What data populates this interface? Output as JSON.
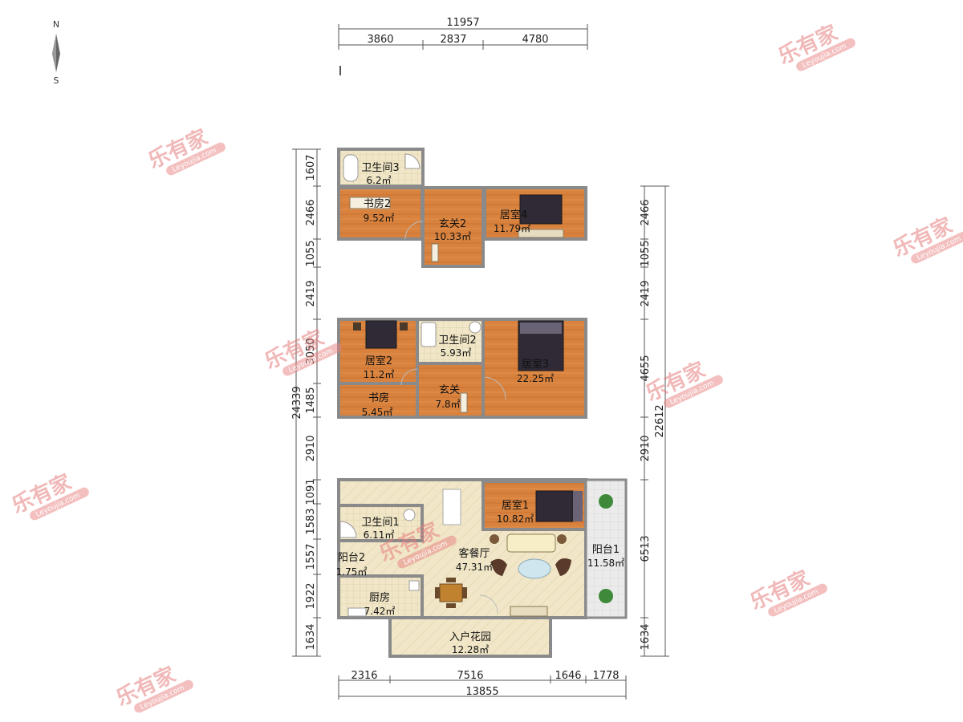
{
  "compass": {
    "north": "N",
    "south": "S"
  },
  "watermark": {
    "text": "乐有家",
    "sub": "Leyoujia.com"
  },
  "top_dims": {
    "total": "11957",
    "seg1": "3860",
    "seg2": "2837",
    "seg3": "4780"
  },
  "bottom_dims": {
    "seg1": "2316",
    "seg2": "7516",
    "seg3": "1646",
    "seg4": "1778",
    "total": "13855"
  },
  "left_dims": {
    "d1": "1607",
    "d2": "2466",
    "d3": "1055",
    "d4": "2419",
    "d5": "3050",
    "d6": "1485",
    "d7": "2910",
    "d8": "1091",
    "d9": "1583",
    "d10": "1557",
    "d11": "1922",
    "d12": "1634",
    "total": "24339"
  },
  "right_dims": {
    "d1": "2466",
    "d2": "1055",
    "d3": "2419",
    "d4": "4655",
    "d5": "2910",
    "d6": "6513",
    "d7": "1634",
    "total": "22612"
  },
  "rooms": {
    "bath3": {
      "name": "卫生间3",
      "area": "6.2㎡"
    },
    "study2": {
      "name": "书房2",
      "area": "9.52㎡"
    },
    "foyer2": {
      "name": "玄关2",
      "area": "10.33㎡"
    },
    "bed4": {
      "name": "居室4",
      "area": "11.79㎡"
    },
    "bed2": {
      "name": "居室2",
      "area": "11.2㎡"
    },
    "bath2": {
      "name": "卫生间2",
      "area": "5.93㎡"
    },
    "bed3": {
      "name": "居室3",
      "area": "22.25㎡"
    },
    "study": {
      "name": "书房",
      "area": "5.45㎡"
    },
    "foyer": {
      "name": "玄关",
      "area": "7.8㎡"
    },
    "bath1": {
      "name": "卫生间1",
      "area": "6.11㎡"
    },
    "bed1": {
      "name": "居室1",
      "area": "10.82㎡"
    },
    "balcony2": {
      "name": "阳台2",
      "area": "1.75㎡"
    },
    "living": {
      "name": "客餐厅",
      "area": "47.31㎡"
    },
    "balcony1": {
      "name": "阳台1",
      "area": "11.58㎡"
    },
    "kitchen": {
      "name": "厨房",
      "area": "7.42㎡"
    },
    "garden": {
      "name": "入户花园",
      "area": "12.28㎡"
    }
  },
  "colors": {
    "wood": "#d9823e",
    "tile": "#f1e7c8",
    "wall": "#8a8a8a",
    "balcony": "#e6e6e6",
    "watermark": "#e77f7f"
  }
}
